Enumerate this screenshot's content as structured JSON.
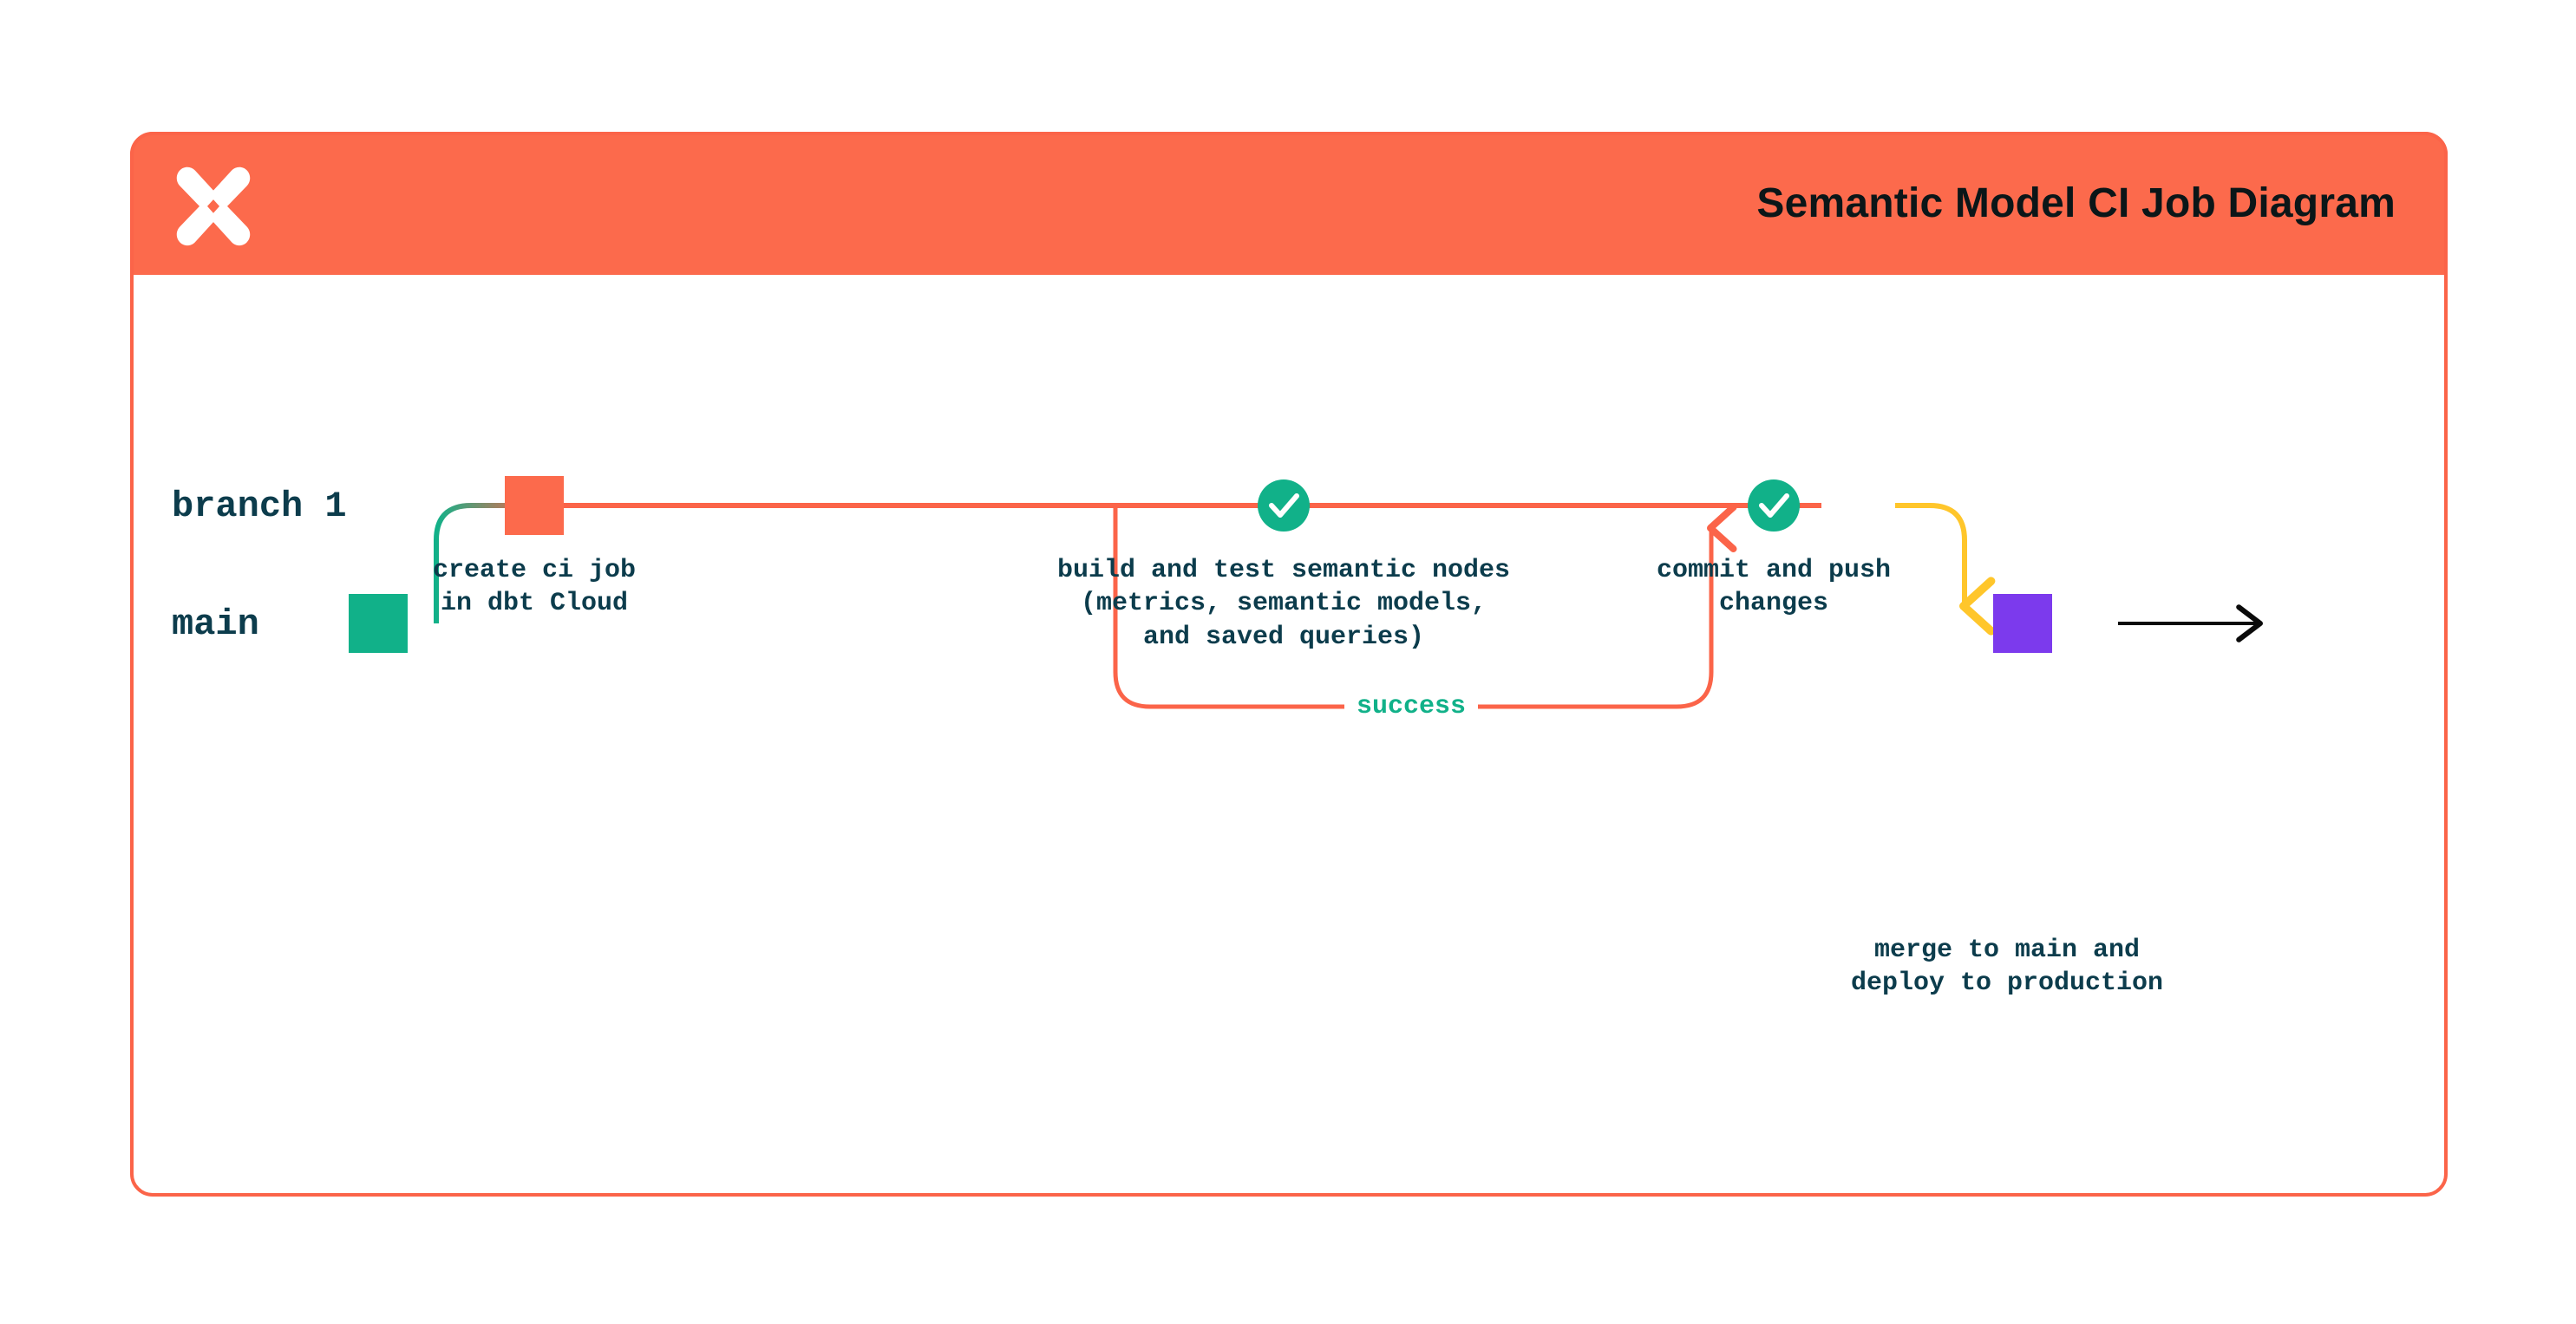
{
  "header": {
    "title": "Semantic Model CI Job Diagram",
    "logo_icon": "dbt-logo-icon",
    "background_color": "#FC6A4C",
    "title_color": "#0B1618"
  },
  "card": {
    "border_color": "#FB6449",
    "background_color": "#ffffff"
  },
  "diagram": {
    "type": "git-branch-flow",
    "colors": {
      "branch_line": "#FB6449",
      "main_line": "#11B189",
      "merge_line": "#FFC62B",
      "node_create": "#FC6A4C",
      "node_main": "#11B189",
      "node_merge": "#7C3AED",
      "check_circle": "#11B189",
      "label_text": "#0C3C4C",
      "success_text": "#11B189",
      "final_arrow": "#0A0A0A"
    },
    "branches": [
      {
        "name": "branch 1",
        "lane": "top"
      },
      {
        "name": "main",
        "lane": "bottom"
      }
    ],
    "nodes": [
      {
        "id": "main-start",
        "shape": "square",
        "color": "#11B189",
        "lane": "main",
        "label": ""
      },
      {
        "id": "create-ci-job",
        "shape": "square",
        "color": "#FC6A4C",
        "lane": "branch 1",
        "label": "create ci job\nin dbt Cloud"
      },
      {
        "id": "build-and-test",
        "shape": "check-circle",
        "color": "#11B189",
        "lane": "branch 1",
        "label": "build and test semantic nodes\n(metrics, semantic models,\nand saved queries)"
      },
      {
        "id": "commit-and-push",
        "shape": "check-circle",
        "color": "#11B189",
        "lane": "branch 1",
        "label": "commit and push\nchanges"
      },
      {
        "id": "merge-to-main",
        "shape": "square",
        "color": "#7C3AED",
        "lane": "main",
        "label": "merge to main and\ndeploy to production"
      }
    ],
    "edges": [
      {
        "id": "branch-off",
        "from": "main-start",
        "to": "create-ci-job",
        "label": ""
      },
      {
        "id": "ci-loop",
        "from": "build-and-test",
        "to": "build-and-test",
        "label": "success"
      },
      {
        "id": "merge-down",
        "from": "commit-and-push",
        "to": "merge-to-main",
        "label": ""
      },
      {
        "id": "continue",
        "from": "merge-to-main",
        "to": "",
        "label": "",
        "arrow": true
      }
    ],
    "labels": {
      "branch1": "branch 1",
      "main": "main",
      "create_ci_job": "create ci job\nin dbt Cloud",
      "build_and_test": "build and test semantic nodes\n(metrics, semantic models,\nand saved queries)",
      "success": "success",
      "commit_and_push": "commit and push\nchanges",
      "merge_to_main": "merge to main and\ndeploy to production"
    }
  }
}
